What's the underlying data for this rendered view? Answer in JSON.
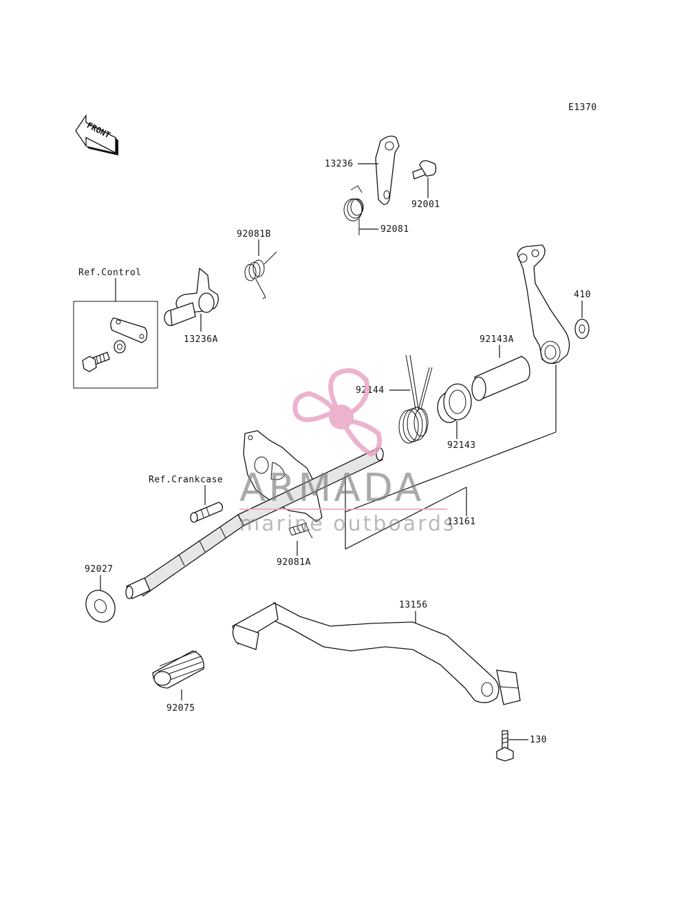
{
  "diagram_code": "E1370",
  "front_label": "FRONT",
  "references": {
    "control": "Ref.Control",
    "crankcase": "Ref.Crankcase"
  },
  "parts": {
    "p13236": "13236",
    "p92001": "92001",
    "p92081": "92081",
    "p92081B": "92081B",
    "p13236A": "13236A",
    "p410": "410",
    "p92143A": "92143A",
    "p92144": "92144",
    "p92143": "92143",
    "p13161": "13161",
    "p92081A": "92081A",
    "p92027": "92027",
    "p13156": "13156",
    "p92075": "92075",
    "p130": "130"
  },
  "watermark": {
    "title": "ARMADA",
    "subtitle": "marine outboards",
    "accent_color": "#e9a6c6"
  }
}
